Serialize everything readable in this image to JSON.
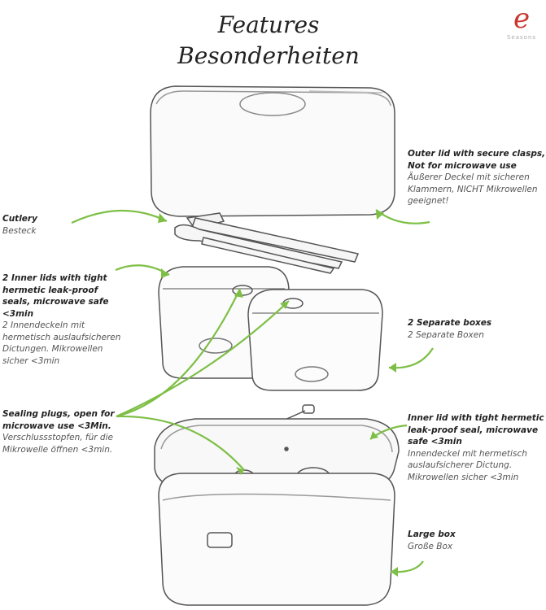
{
  "title": {
    "en": "Features",
    "de": "Besonderheiten"
  },
  "logo": {
    "mark": "e",
    "text": "Seasons"
  },
  "colors": {
    "arrow": "#7dbf45",
    "sketch": "#555555",
    "text_en": "#222222",
    "text_de": "#555555"
  },
  "callouts": [
    {
      "id": "cutlery",
      "en": "Cutlery",
      "de": "Besteck"
    },
    {
      "id": "inner-lids",
      "en": "2 Inner lids with tight hermetic leak-proof seals, microwave safe <3min",
      "de": "2 Innendeckeln mit hermetisch auslaufsicheren Dictungen. Mikrowellen sicher <3min"
    },
    {
      "id": "sealing-plugs",
      "en": "Sealing plugs, open for microwave use <3Min.",
      "de": "Verschlussstopfen, für die Mikrowelle öffnen <3min."
    },
    {
      "id": "outer-lid",
      "en": "Outer lid with secure clasps, Not for microwave use",
      "de": "Äußerer Deckel mit sicheren Klammern, NICHT Mikrowellen geeignet!"
    },
    {
      "id": "separate-boxes",
      "en": "2 Separate boxes",
      "de": "2 Separate Boxen"
    },
    {
      "id": "inner-lid",
      "en": "Inner lid with tight hermetic leak-proof seal, microwave safe <3min",
      "de": "Innendeckel mit hermetisch auslaufsicherer Dictung. Mikrowellen sicher <3min"
    },
    {
      "id": "large-box",
      "en": "Large box",
      "de": "Große Box"
    }
  ]
}
